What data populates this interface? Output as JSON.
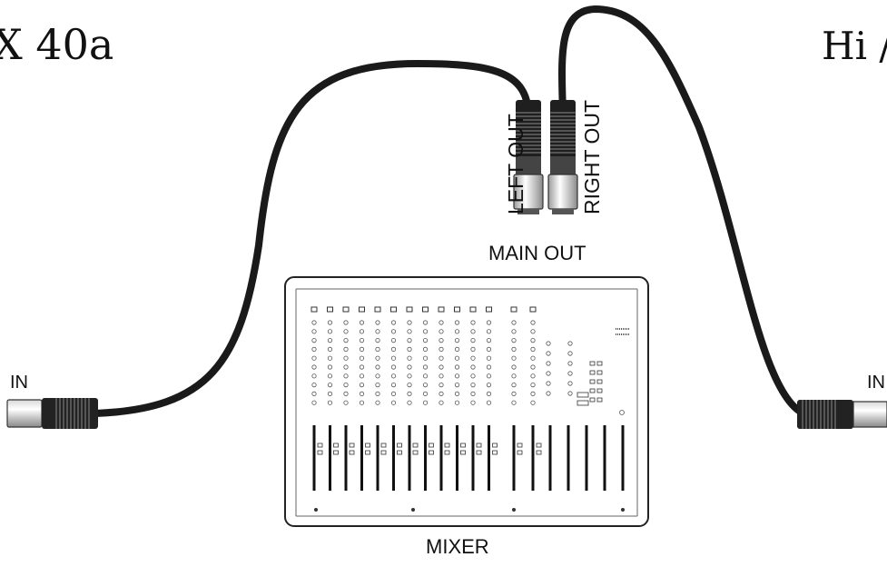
{
  "left_title": "X 40a",
  "right_title": "Hi /",
  "labels": {
    "left_in": "IN",
    "right_in": "IN",
    "left_out": "LEFT OUT",
    "right_out": "RIGHT OUT",
    "main_out": "MAIN OUT",
    "mixer": "MIXER"
  },
  "colors": {
    "cable": "#1a1a1a",
    "outline": "#222222",
    "background": "#ffffff"
  }
}
